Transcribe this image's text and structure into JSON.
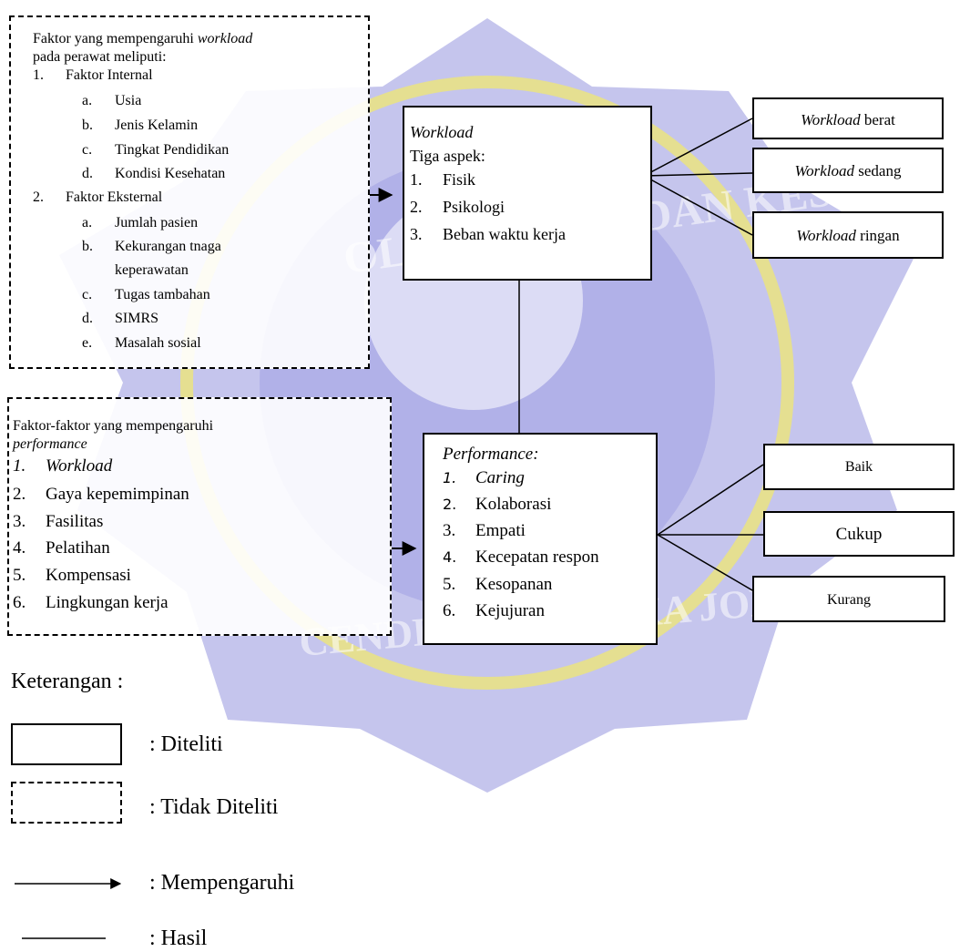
{
  "factors_workload": {
    "title_prefix": "Faktor yang mempengaruhi ",
    "title_italic": "workload",
    "title_line2": "pada perawat meliputi:",
    "groups": [
      {
        "num": "1.",
        "label": "Faktor Internal",
        "items": [
          {
            "letter": "a.",
            "text": "Usia"
          },
          {
            "letter": "b.",
            "text": "Jenis Kelamin"
          },
          {
            "letter": "c.",
            "text": "Tingkat Pendidikan"
          },
          {
            "letter": "d.",
            "text": "Kondisi Kesehatan"
          }
        ]
      },
      {
        "num": "2.",
        "label": "Faktor Eksternal",
        "items": [
          {
            "letter": "a.",
            "text": "Jumlah pasien"
          },
          {
            "letter": "b.",
            "text": "Kekurangan tnaga"
          },
          {
            "letter": "",
            "text": "keperawatan"
          },
          {
            "letter": "c.",
            "text": "Tugas tambahan"
          },
          {
            "letter": "d.",
            "text": "SIMRS"
          },
          {
            "letter": "e.",
            "text": "Masalah sosial"
          }
        ]
      }
    ]
  },
  "workload_box": {
    "title": "Workload",
    "subtitle": "Tiga aspek:",
    "items": [
      {
        "num": "1.",
        "text": "Fisik"
      },
      {
        "num": "2.",
        "text": "Psikologi"
      },
      {
        "num": "3.",
        "text": "Beban waktu kerja"
      }
    ]
  },
  "workload_outcomes": [
    {
      "italic": "Workload",
      "rest": " berat"
    },
    {
      "italic": "Workload",
      "rest": " sedang"
    },
    {
      "italic": "Workload",
      "rest": " ringan"
    }
  ],
  "factors_performance": {
    "title_line1": "Faktor-faktor yang mempengaruhi",
    "title_line2": "performance",
    "items": [
      {
        "num": "1.",
        "text": "Workload"
      },
      {
        "num": "2.",
        "text": "Gaya kepemimpinan"
      },
      {
        "num": "3.",
        "text": "Fasilitas"
      },
      {
        "num": "4.",
        "text": "Pelatihan"
      },
      {
        "num": "5.",
        "text": "Kompensasi"
      },
      {
        "num": "6.",
        "text": "Lingkungan kerja"
      }
    ]
  },
  "performance_box": {
    "title": "Performance:",
    "items": [
      {
        "num": "1.",
        "text": "Caring"
      },
      {
        "num": "2.",
        "text": "Kolaborasi"
      },
      {
        "num": "3.",
        "text": "Empati"
      },
      {
        "num": "4.",
        "text": "Kecepatan respon"
      },
      {
        "num": "5.",
        "text": "Kesopanan"
      },
      {
        "num": "6.",
        "text": "Kejujuran"
      }
    ]
  },
  "performance_outcomes": [
    "Baik",
    "Cukup",
    "Kurang"
  ],
  "legend": {
    "title": "Keterangan :",
    "diteliti": ": Diteliti",
    "tidak_diteliti": ": Tidak Diteliti",
    "mempengaruhi": ": Mempengaruhi",
    "hasil": ": Hasil"
  },
  "watermark": {
    "color": "#6c6ccf",
    "ring_text": "OLOGI SAINS DAN KESEHATAN",
    "bottom_text": "CENDEKIA MEDIKA JOMBANG"
  }
}
